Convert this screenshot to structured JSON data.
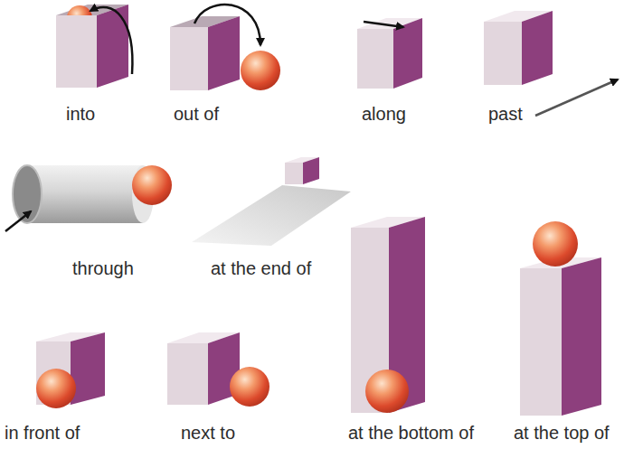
{
  "diagram": {
    "labels": [
      "into",
      "out of",
      "along",
      "past",
      "through",
      "at the end of",
      "in front of",
      "next to",
      "at the bottom of",
      "at the top of"
    ]
  }
}
